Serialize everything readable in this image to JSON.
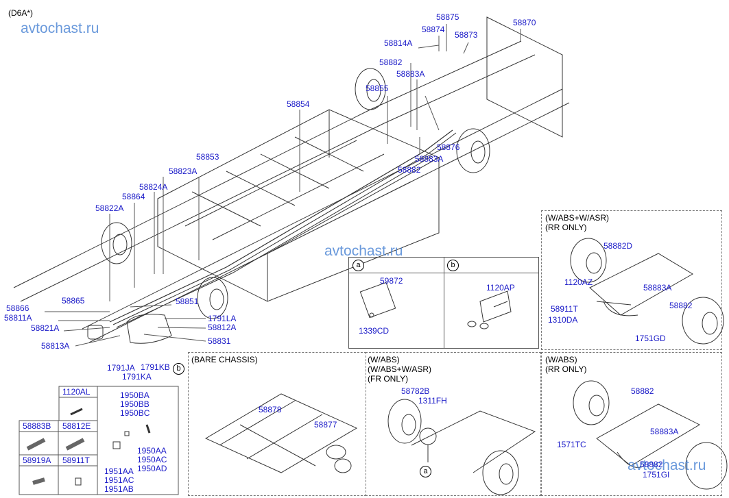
{
  "header": {
    "model_code": "(D6A*)"
  },
  "watermarks": [
    "avtochast.ru",
    "avtochast.ru",
    "avtochast.ru"
  ],
  "main_diagram": {
    "labels": [
      "58875",
      "58870",
      "58874",
      "58873",
      "58814A",
      "58882",
      "58883A",
      "58855",
      "58854",
      "58876",
      "58883A",
      "58882",
      "58853",
      "58823A",
      "58824A",
      "58864",
      "58822A",
      "58866",
      "58865",
      "58851",
      "58811A",
      "58821A",
      "1791LA",
      "58812A",
      "58831",
      "58813A",
      "1791JA",
      "1791KB",
      "1791KA"
    ],
    "callout_b": "b"
  },
  "detail_ab": {
    "a": {
      "marker": "a",
      "labels": [
        "59872",
        "1339CD"
      ]
    },
    "b": {
      "marker": "b",
      "labels": [
        "1120AP"
      ]
    }
  },
  "panel_abs_asr_rr": {
    "title": "(W/ABS+W/ASR)\n(RR ONLY)",
    "labels": [
      "58882D",
      "1120AZ",
      "58883A",
      "58911T",
      "58882",
      "1310DA",
      "1751GD"
    ]
  },
  "panel_bare_chassis": {
    "title": "(BARE CHASSIS)",
    "labels": [
      "58878",
      "58877"
    ]
  },
  "panel_abs_fr": {
    "title": "(W/ABS)\n(W/ABS+W/ASR)\n(FR ONLY)",
    "labels": [
      "58782B",
      "1311FH"
    ],
    "marker": "a"
  },
  "panel_abs_rr": {
    "title": "(W/ABS)\n(RR ONLY)",
    "labels": [
      "58882",
      "58883A",
      "1571TC",
      "58882",
      "1751GI"
    ]
  },
  "parts_table": {
    "cells": [
      "1120AL",
      "58883B",
      "58812E",
      "58919A",
      "58911T"
    ],
    "group_right": {
      "top": "1950BA\n1950BB\n1950BC",
      "mid": "1950AA\n1950AC\n1950AD",
      "bottom": "1951AA\n1951AC\n1951AB"
    }
  },
  "colors": {
    "label": "#1a1ac8",
    "watermark": "#5a8fd8",
    "line": "#333333"
  }
}
